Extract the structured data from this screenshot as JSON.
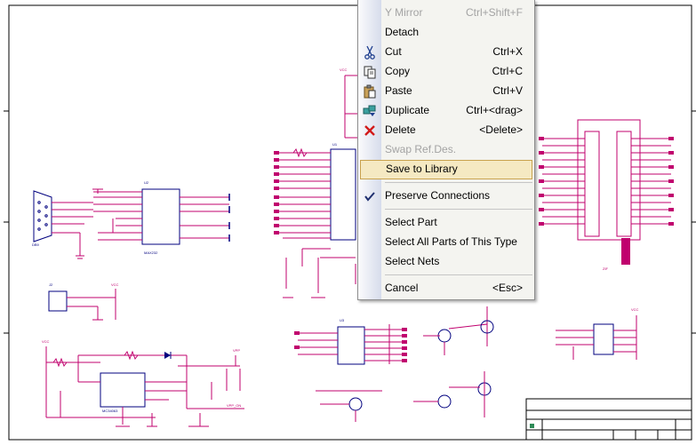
{
  "menu": {
    "items": [
      {
        "label": "Y Mirror",
        "shortcut": "Ctrl+Shift+F",
        "disabled": true,
        "icon": ""
      },
      {
        "label": "Detach",
        "shortcut": "",
        "disabled": false,
        "icon": ""
      },
      {
        "label": "Cut",
        "shortcut": "Ctrl+X",
        "disabled": false,
        "icon": "scissors-icon"
      },
      {
        "label": "Copy",
        "shortcut": "Ctrl+C",
        "disabled": false,
        "icon": "copy-icon"
      },
      {
        "label": "Paste",
        "shortcut": "Ctrl+V",
        "disabled": false,
        "icon": "paste-icon"
      },
      {
        "label": "Duplicate",
        "shortcut": "Ctrl+<drag>",
        "disabled": false,
        "icon": "duplicate-icon"
      },
      {
        "label": "Delete",
        "shortcut": "<Delete>",
        "disabled": false,
        "icon": "delete-x-icon"
      },
      {
        "label": "Swap Ref.Des.",
        "shortcut": "",
        "disabled": true,
        "icon": ""
      },
      {
        "label": "Save to Library",
        "shortcut": "",
        "disabled": false,
        "icon": "",
        "highlighted": true
      },
      {
        "label": "Preserve Connections",
        "shortcut": "",
        "disabled": false,
        "icon": "checkmark-icon",
        "checked": true
      },
      {
        "label": "Select Part",
        "shortcut": "",
        "disabled": false,
        "icon": ""
      },
      {
        "label": "Select All Parts of This Type",
        "shortcut": "",
        "disabled": false,
        "icon": ""
      },
      {
        "label": "Select Nets",
        "shortcut": "",
        "disabled": false,
        "icon": ""
      },
      {
        "label": "Cancel",
        "shortcut": "<Esc>",
        "disabled": false,
        "icon": ""
      }
    ]
  },
  "colors": {
    "wire": "#c0006e",
    "component": "#00007f",
    "border": "#000000",
    "menu_highlight": "#f5e9c2"
  }
}
